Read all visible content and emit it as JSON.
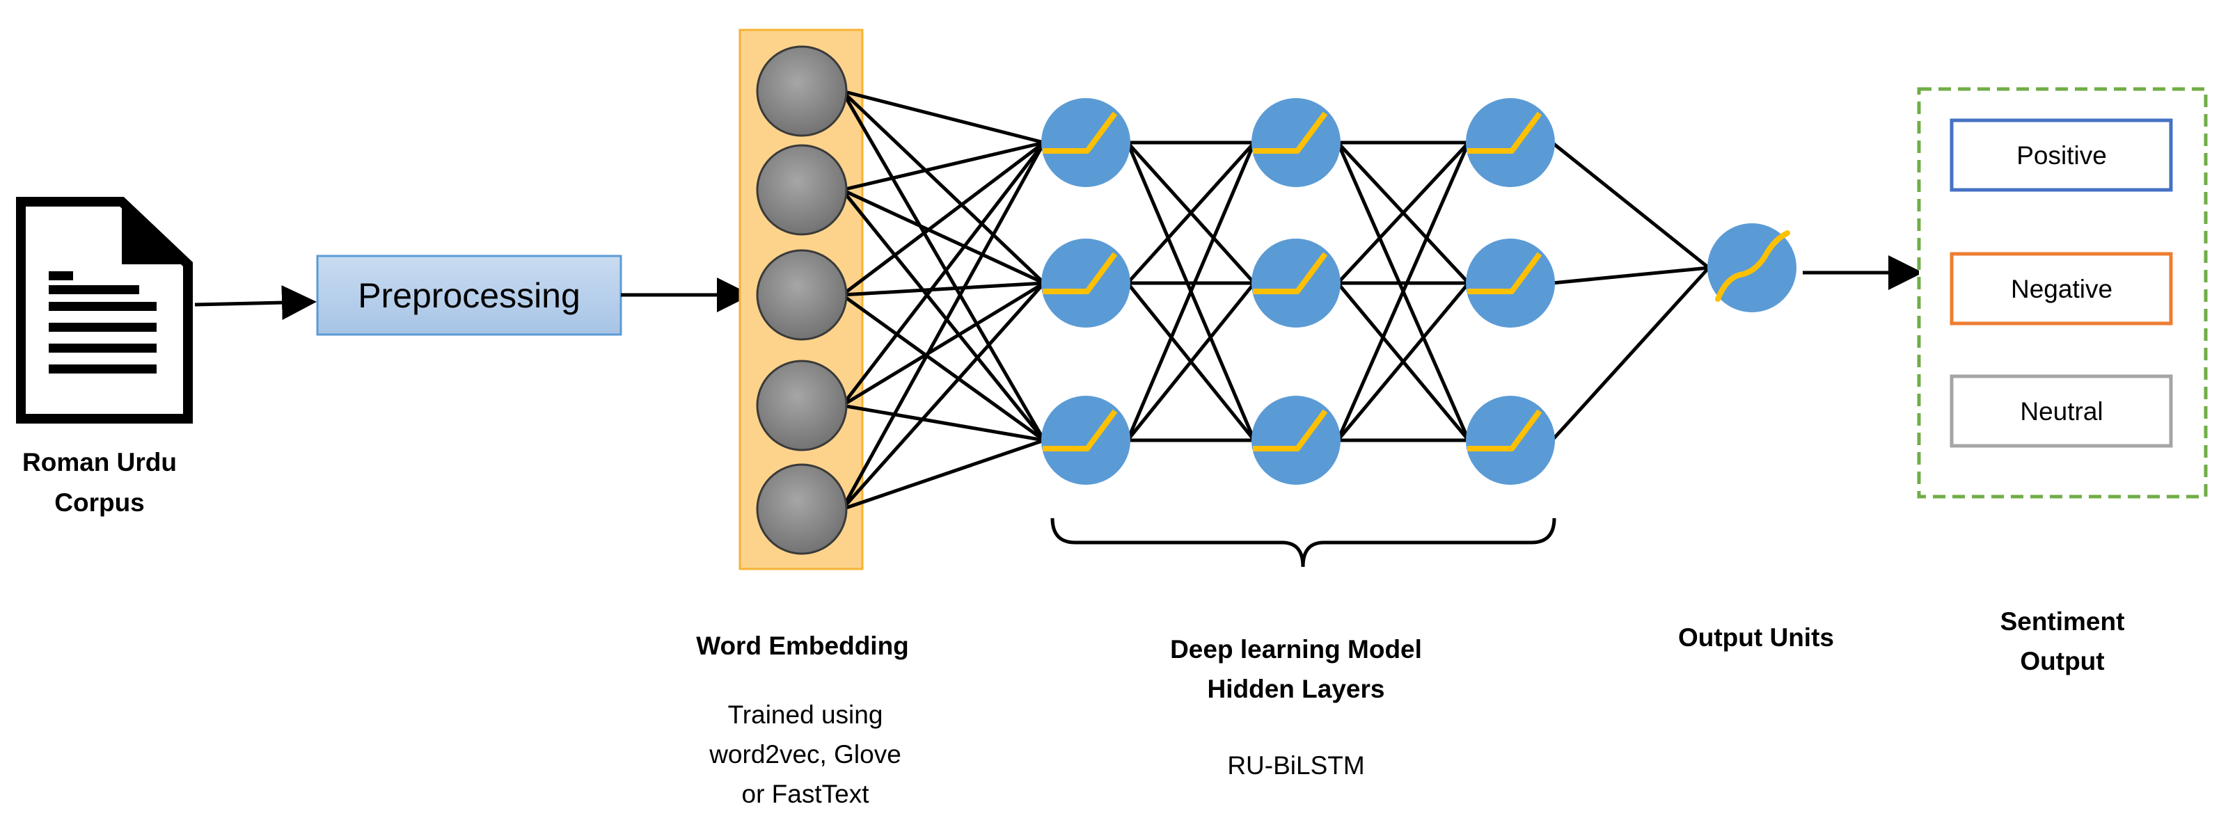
{
  "corpus": {
    "line1": "Roman Urdu",
    "line2": "Corpus"
  },
  "preprocessing": {
    "label": "Preprocessing"
  },
  "embedding": {
    "title": "Word Embedding",
    "desc1": "Trained using",
    "desc2": "word2vec, Glove",
    "desc3": "or FastText"
  },
  "hidden": {
    "title1": "Deep learning Model",
    "title2": "Hidden Layers",
    "model": "RU-BiLSTM"
  },
  "output_units": {
    "title": "Output Units"
  },
  "sentiment": {
    "title1": "Sentiment",
    "title2": "Output",
    "classes": [
      {
        "label": "Positive",
        "color": "#4472c4"
      },
      {
        "label": "Negative",
        "color": "#ed7d31"
      },
      {
        "label": "Neutral",
        "color": "#a5a5a5"
      }
    ],
    "border_color": "#70ad47"
  },
  "colors": {
    "node_blue": "#5b9bd5",
    "activation": "#ffc000",
    "embedding_fill": "#fdd38c",
    "embedding_border": "#f5b335",
    "embedding_node": "#8c8c8c",
    "preprocessing_fill": "#b4cdea",
    "preprocessing_border": "#5b9bd5"
  }
}
